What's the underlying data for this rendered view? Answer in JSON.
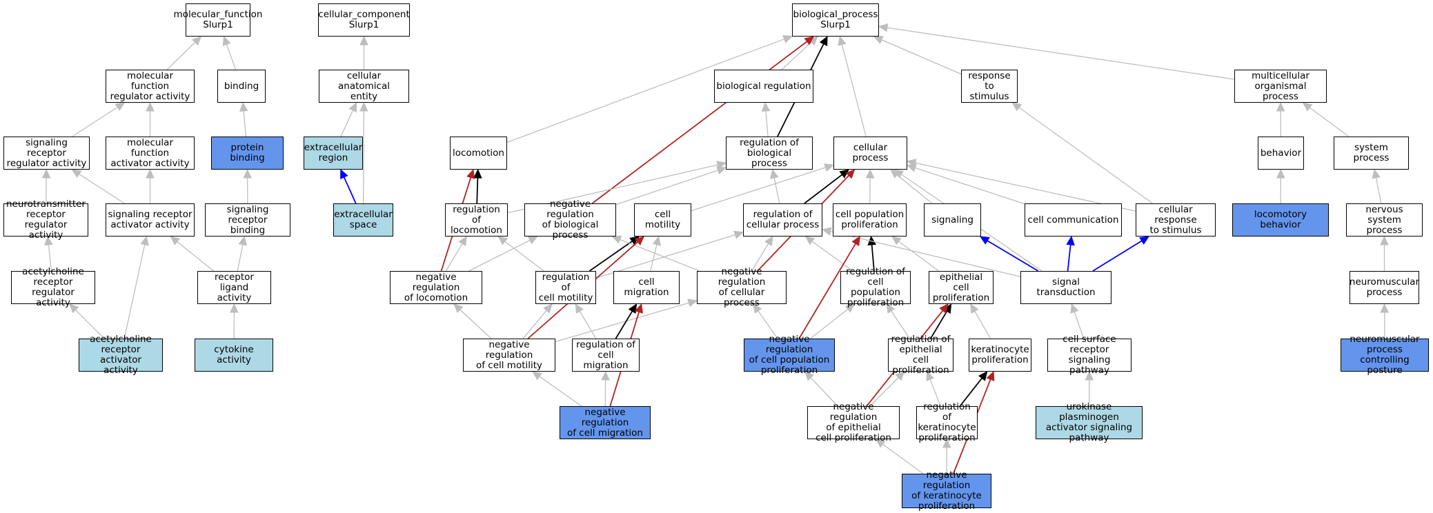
{
  "diagram": {
    "colors": {
      "is_a": "#bebebe",
      "positively_regulates": "#000000",
      "negatively_regulates": "#b22222",
      "part_of": "#0000ff",
      "light_node": "#add8e6",
      "dark_node": "#6495ed",
      "plain_node": "#ffffff"
    },
    "nodes": [
      {
        "id": "mf_root",
        "label": "molecular_function\nSlurp1",
        "style": "plain"
      },
      {
        "id": "cc_root",
        "label": "cellular_component\nSlurp1",
        "style": "plain"
      },
      {
        "id": "bp_root",
        "label": "biological_process\nSlurp1",
        "style": "plain"
      },
      {
        "id": "mf_reg",
        "label": "molecular function\nregulator activity",
        "style": "plain"
      },
      {
        "id": "binding",
        "label": "binding",
        "style": "plain"
      },
      {
        "id": "cae",
        "label": "cellular anatomical\nentity",
        "style": "plain"
      },
      {
        "id": "bioreg",
        "label": "biological regulation",
        "style": "plain"
      },
      {
        "id": "resp_stim",
        "label": "response to\nstimulus",
        "style": "plain"
      },
      {
        "id": "multicell",
        "label": "multicellular\norganismal process",
        "style": "plain"
      },
      {
        "id": "sig_rec_reg",
        "label": "signaling receptor\nregulator activity",
        "style": "plain"
      },
      {
        "id": "mf_act",
        "label": "molecular function\nactivator activity",
        "style": "plain"
      },
      {
        "id": "prot_bind",
        "label": "protein binding",
        "style": "dark"
      },
      {
        "id": "ec_region",
        "label": "extracellular\nregion",
        "style": "light"
      },
      {
        "id": "locomotion",
        "label": "locomotion",
        "style": "plain"
      },
      {
        "id": "reg_bio",
        "label": "regulation of\nbiological process",
        "style": "plain"
      },
      {
        "id": "cell_proc",
        "label": "cellular process",
        "style": "plain"
      },
      {
        "id": "behavior",
        "label": "behavior",
        "style": "plain"
      },
      {
        "id": "sys_proc",
        "label": "system process",
        "style": "plain"
      },
      {
        "id": "nt_rec_reg",
        "label": "neurotransmitter\nreceptor regulator\nactivity",
        "style": "plain"
      },
      {
        "id": "sig_rec_act",
        "label": "signaling receptor\nactivator activity",
        "style": "plain"
      },
      {
        "id": "sig_rec_bind",
        "label": "signaling receptor\nbinding",
        "style": "plain"
      },
      {
        "id": "ec_space",
        "label": "extracellular\nspace",
        "style": "light"
      },
      {
        "id": "reg_loco",
        "label": "regulation of\nlocomotion",
        "style": "plain"
      },
      {
        "id": "neg_reg_bio",
        "label": "negative regulation\nof biological\nprocess",
        "style": "plain"
      },
      {
        "id": "cell_motility",
        "label": "cell motility",
        "style": "plain"
      },
      {
        "id": "reg_cell_proc",
        "label": "regulation of\ncellular process",
        "style": "plain"
      },
      {
        "id": "cell_pop_prolif",
        "label": "cell population\nproliferation",
        "style": "plain"
      },
      {
        "id": "signaling",
        "label": "signaling",
        "style": "plain"
      },
      {
        "id": "cell_comm",
        "label": "cell communication",
        "style": "plain"
      },
      {
        "id": "cell_resp",
        "label": "cellular response\nto stimulus",
        "style": "plain"
      },
      {
        "id": "loco_behavior",
        "label": "locomotory behavior",
        "style": "dark"
      },
      {
        "id": "nerv_sys",
        "label": "nervous system\nprocess",
        "style": "plain"
      },
      {
        "id": "ach_rec_reg",
        "label": "acetylcholine\nreceptor regulator\nactivity",
        "style": "plain"
      },
      {
        "id": "rec_lig",
        "label": "receptor ligand\nactivity",
        "style": "plain"
      },
      {
        "id": "neg_reg_loco",
        "label": "negative regulation\nof locomotion",
        "style": "plain"
      },
      {
        "id": "reg_cell_mot",
        "label": "regulation of\ncell motility",
        "style": "plain"
      },
      {
        "id": "cell_mig",
        "label": "cell migration",
        "style": "plain"
      },
      {
        "id": "neg_reg_cell_proc",
        "label": "negative regulation\nof cellular\nprocess",
        "style": "plain"
      },
      {
        "id": "reg_cell_pop",
        "label": "regulation of\ncell population\nproliferation",
        "style": "plain"
      },
      {
        "id": "epi_prolif",
        "label": "epithelial cell\nproliferation",
        "style": "plain"
      },
      {
        "id": "sig_trans",
        "label": "signal transduction",
        "style": "plain"
      },
      {
        "id": "neuromusc",
        "label": "neuromuscular\nprocess",
        "style": "plain"
      },
      {
        "id": "ach_rec_act",
        "label": "acetylcholine\nreceptor activator\nactivity",
        "style": "light"
      },
      {
        "id": "cytokine",
        "label": "cytokine activity",
        "style": "light"
      },
      {
        "id": "neg_reg_cell_mot",
        "label": "negative regulation\nof cell motility",
        "style": "plain"
      },
      {
        "id": "reg_cell_mig",
        "label": "regulation of\ncell migration",
        "style": "plain"
      },
      {
        "id": "neg_reg_cell_pop",
        "label": "negative regulation\nof cell population\nproliferation",
        "style": "dark"
      },
      {
        "id": "reg_epi",
        "label": "regulation of\nepithelial cell\nproliferation",
        "style": "plain"
      },
      {
        "id": "kera_prolif",
        "label": "keratinocyte\nproliferation",
        "style": "plain"
      },
      {
        "id": "csr_sig",
        "label": "cell surface\nreceptor signaling\npathway",
        "style": "plain"
      },
      {
        "id": "neuromusc_post",
        "label": "neuromuscular\nprocess controlling\nposture",
        "style": "dark"
      },
      {
        "id": "neg_reg_cell_mig",
        "label": "negative regulation\nof cell migration",
        "style": "dark"
      },
      {
        "id": "neg_reg_epi",
        "label": "negative regulation\nof epithelial\ncell proliferation",
        "style": "plain"
      },
      {
        "id": "reg_kera",
        "label": "regulation of\nkeratinocyte\nproliferation",
        "style": "plain"
      },
      {
        "id": "upa",
        "label": "urokinase plasminogen\nactivator signaling\npathway",
        "style": "light"
      },
      {
        "id": "neg_reg_kera",
        "label": "negative regulation\nof keratinocyte\nproliferation",
        "style": "dark"
      }
    ],
    "edges": [
      {
        "from": "mf_reg",
        "to": "mf_root",
        "type": "is_a"
      },
      {
        "from": "binding",
        "to": "mf_root",
        "type": "is_a"
      },
      {
        "from": "cae",
        "to": "cc_root",
        "type": "is_a"
      },
      {
        "from": "bioreg",
        "to": "bp_root",
        "type": "is_a"
      },
      {
        "from": "resp_stim",
        "to": "bp_root",
        "type": "is_a"
      },
      {
        "from": "multicell",
        "to": "bp_root",
        "type": "is_a"
      },
      {
        "from": "locomotion",
        "to": "bp_root",
        "type": "is_a"
      },
      {
        "from": "cell_proc",
        "to": "bp_root",
        "type": "is_a"
      },
      {
        "from": "reg_bio",
        "to": "bioreg",
        "type": "is_a"
      },
      {
        "from": "reg_bio",
        "to": "bp_root",
        "type": "positively_regulates"
      },
      {
        "from": "neg_reg_bio",
        "to": "bp_root",
        "type": "negatively_regulates"
      },
      {
        "from": "sig_rec_reg",
        "to": "mf_reg",
        "type": "is_a"
      },
      {
        "from": "mf_act",
        "to": "mf_reg",
        "type": "is_a"
      },
      {
        "from": "prot_bind",
        "to": "binding",
        "type": "is_a"
      },
      {
        "from": "ec_region",
        "to": "cae",
        "type": "is_a"
      },
      {
        "from": "ec_space",
        "to": "cae",
        "type": "is_a"
      },
      {
        "from": "ec_space",
        "to": "ec_region",
        "type": "part_of"
      },
      {
        "from": "behavior",
        "to": "multicell",
        "type": "is_a"
      },
      {
        "from": "sys_proc",
        "to": "multicell",
        "type": "is_a"
      },
      {
        "from": "nt_rec_reg",
        "to": "sig_rec_reg",
        "type": "is_a"
      },
      {
        "from": "sig_rec_act",
        "to": "sig_rec_reg",
        "type": "is_a"
      },
      {
        "from": "sig_rec_act",
        "to": "mf_act",
        "type": "is_a"
      },
      {
        "from": "sig_rec_bind",
        "to": "prot_bind",
        "type": "is_a"
      },
      {
        "from": "reg_loco",
        "to": "locomotion",
        "type": "positively_regulates"
      },
      {
        "from": "reg_loco",
        "to": "reg_bio",
        "type": "is_a"
      },
      {
        "from": "neg_reg_bio",
        "to": "reg_bio",
        "type": "is_a"
      },
      {
        "from": "cell_motility",
        "to": "cell_proc",
        "type": "is_a"
      },
      {
        "from": "reg_cell_proc",
        "to": "reg_bio",
        "type": "is_a"
      },
      {
        "from": "reg_cell_proc",
        "to": "cell_proc",
        "type": "positively_regulates"
      },
      {
        "from": "cell_pop_prolif",
        "to": "cell_proc",
        "type": "is_a"
      },
      {
        "from": "signaling",
        "to": "cell_proc",
        "type": "is_a"
      },
      {
        "from": "cell_comm",
        "to": "cell_proc",
        "type": "is_a"
      },
      {
        "from": "cell_resp",
        "to": "cell_proc",
        "type": "is_a"
      },
      {
        "from": "cell_resp",
        "to": "resp_stim",
        "type": "is_a"
      },
      {
        "from": "loco_behavior",
        "to": "behavior",
        "type": "is_a"
      },
      {
        "from": "nerv_sys",
        "to": "sys_proc",
        "type": "is_a"
      },
      {
        "from": "ach_rec_reg",
        "to": "nt_rec_reg",
        "type": "is_a"
      },
      {
        "from": "rec_lig",
        "to": "sig_rec_act",
        "type": "is_a"
      },
      {
        "from": "rec_lig",
        "to": "sig_rec_bind",
        "type": "is_a"
      },
      {
        "from": "neg_reg_loco",
        "to": "locomotion",
        "type": "negatively_regulates"
      },
      {
        "from": "neg_reg_loco",
        "to": "reg_loco",
        "type": "is_a"
      },
      {
        "from": "neg_reg_loco",
        "to": "neg_reg_bio",
        "type": "is_a"
      },
      {
        "from": "reg_cell_mot",
        "to": "reg_loco",
        "type": "is_a"
      },
      {
        "from": "reg_cell_mot",
        "to": "cell_motility",
        "type": "positively_regulates"
      },
      {
        "from": "reg_cell_mot",
        "to": "reg_cell_proc",
        "type": "is_a"
      },
      {
        "from": "cell_mig",
        "to": "cell_motility",
        "type": "is_a"
      },
      {
        "from": "neg_reg_cell_proc",
        "to": "reg_cell_proc",
        "type": "is_a"
      },
      {
        "from": "neg_reg_cell_proc",
        "to": "cell_proc",
        "type": "negatively_regulates"
      },
      {
        "from": "neg_reg_cell_proc",
        "to": "neg_reg_bio",
        "type": "is_a"
      },
      {
        "from": "reg_cell_pop",
        "to": "cell_pop_prolif",
        "type": "positively_regulates"
      },
      {
        "from": "reg_cell_pop",
        "to": "reg_cell_proc",
        "type": "is_a"
      },
      {
        "from": "epi_prolif",
        "to": "cell_pop_prolif",
        "type": "is_a"
      },
      {
        "from": "sig_trans",
        "to": "signaling",
        "type": "part_of"
      },
      {
        "from": "sig_trans",
        "to": "cell_comm",
        "type": "part_of"
      },
      {
        "from": "sig_trans",
        "to": "cell_resp",
        "type": "part_of"
      },
      {
        "from": "sig_trans",
        "to": "cell_proc",
        "type": "is_a"
      },
      {
        "from": "sig_trans",
        "to": "reg_cell_proc",
        "type": "is_a"
      },
      {
        "from": "neuromusc",
        "to": "nerv_sys",
        "type": "is_a"
      },
      {
        "from": "ach_rec_act",
        "to": "ach_rec_reg",
        "type": "is_a"
      },
      {
        "from": "ach_rec_act",
        "to": "sig_rec_act",
        "type": "is_a"
      },
      {
        "from": "cytokine",
        "to": "rec_lig",
        "type": "is_a"
      },
      {
        "from": "neg_reg_cell_mot",
        "to": "neg_reg_loco",
        "type": "is_a"
      },
      {
        "from": "neg_reg_cell_mot",
        "to": "reg_cell_mot",
        "type": "is_a"
      },
      {
        "from": "neg_reg_cell_mot",
        "to": "cell_motility",
        "type": "negatively_regulates"
      },
      {
        "from": "neg_reg_cell_mot",
        "to": "neg_reg_cell_proc",
        "type": "is_a"
      },
      {
        "from": "reg_cell_mig",
        "to": "reg_cell_mot",
        "type": "is_a"
      },
      {
        "from": "reg_cell_mig",
        "to": "cell_mig",
        "type": "positively_regulates"
      },
      {
        "from": "neg_reg_cell_pop",
        "to": "neg_reg_cell_proc",
        "type": "is_a"
      },
      {
        "from": "neg_reg_cell_pop",
        "to": "reg_cell_pop",
        "type": "is_a"
      },
      {
        "from": "neg_reg_cell_pop",
        "to": "cell_pop_prolif",
        "type": "negatively_regulates"
      },
      {
        "from": "reg_epi",
        "to": "reg_cell_pop",
        "type": "is_a"
      },
      {
        "from": "reg_epi",
        "to": "epi_prolif",
        "type": "positively_regulates"
      },
      {
        "from": "kera_prolif",
        "to": "epi_prolif",
        "type": "is_a"
      },
      {
        "from": "csr_sig",
        "to": "sig_trans",
        "type": "is_a"
      },
      {
        "from": "neuromusc_post",
        "to": "neuromusc",
        "type": "is_a"
      },
      {
        "from": "neg_reg_cell_mig",
        "to": "neg_reg_cell_mot",
        "type": "is_a"
      },
      {
        "from": "neg_reg_cell_mig",
        "to": "reg_cell_mig",
        "type": "is_a"
      },
      {
        "from": "neg_reg_cell_mig",
        "to": "cell_mig",
        "type": "negatively_regulates"
      },
      {
        "from": "neg_reg_epi",
        "to": "reg_epi",
        "type": "is_a"
      },
      {
        "from": "neg_reg_epi",
        "to": "epi_prolif",
        "type": "negatively_regulates"
      },
      {
        "from": "neg_reg_epi",
        "to": "neg_reg_cell_pop",
        "type": "is_a"
      },
      {
        "from": "reg_kera",
        "to": "reg_epi",
        "type": "is_a"
      },
      {
        "from": "reg_kera",
        "to": "kera_prolif",
        "type": "positively_regulates"
      },
      {
        "from": "upa",
        "to": "csr_sig",
        "type": "is_a"
      },
      {
        "from": "neg_reg_kera",
        "to": "neg_reg_epi",
        "type": "is_a"
      },
      {
        "from": "neg_reg_kera",
        "to": "reg_kera",
        "type": "is_a"
      },
      {
        "from": "neg_reg_kera",
        "to": "kera_prolif",
        "type": "negatively_regulates"
      }
    ]
  }
}
